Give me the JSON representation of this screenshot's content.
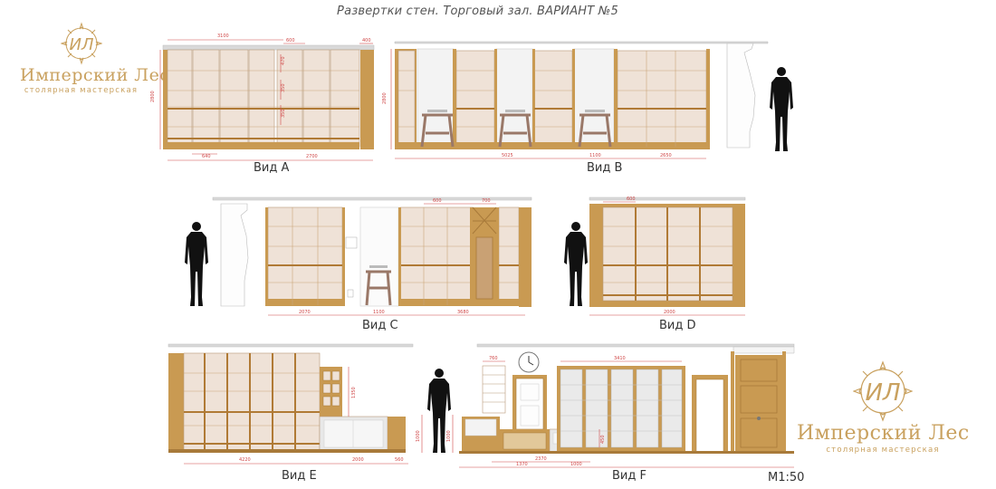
{
  "title": "Развертки стен. Торговый зал. ВАРИАНТ №5",
  "logo": {
    "monogram": "ИЛ",
    "name": "Имперский Лес",
    "tagline": "столярная мастерская"
  },
  "scale": "М1:50",
  "views": {
    "a": {
      "label": "Вид А",
      "dims": [
        "3100",
        "600",
        "400",
        "2800",
        "470",
        "350",
        "350",
        "640",
        "2700"
      ]
    },
    "b": {
      "label": "Вид В",
      "dims": [
        "2800",
        "5025",
        "1100",
        "2650"
      ]
    },
    "c": {
      "label": "Вид С",
      "dims": [
        "600",
        "700",
        "2070",
        "1100",
        "3680"
      ]
    },
    "d": {
      "label": "Вид D",
      "dims": [
        "600",
        "2000"
      ]
    },
    "e": {
      "label": "Вид Е",
      "dims": [
        "1350",
        "4220",
        "2000",
        "560"
      ]
    },
    "f": {
      "label": "Вид F",
      "dims": [
        "1000",
        "1000",
        "760",
        "3410",
        "450",
        "1370",
        "2370",
        "1000"
      ]
    }
  },
  "colors": {
    "wood": "#c99a52",
    "wood_dark": "#a87a3a",
    "shelf_panel": "#efe2d7",
    "shelf_line": "#b89a7a",
    "glass": "#e7e7e7",
    "stool": "#9a7868",
    "dimension": "#d04848",
    "figure": "#111111",
    "logo_gold": "#c9a15f"
  }
}
